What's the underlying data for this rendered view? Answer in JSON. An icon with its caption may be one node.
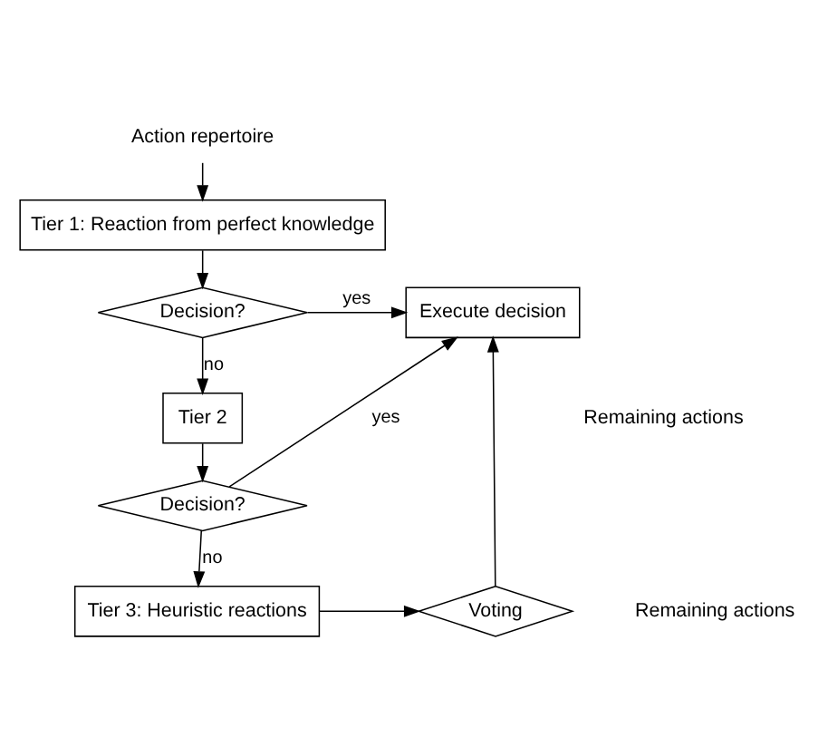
{
  "diagram": {
    "nodes": [
      {
        "text": [
          "Action repertoire"
        ]
      },
      {
        "text": [
          "Tier 1: Reaction from perfect knowledge"
        ]
      },
      {
        "text": [
          "Decision?"
        ]
      },
      {
        "text": [
          "Execute decision"
        ]
      },
      {
        "text": [
          "Tier 2"
        ]
      },
      {
        "text": [
          "Decision?"
        ]
      },
      {
        "text": [
          "Tier 3: Heuristic reactions"
        ]
      },
      {
        "text": [
          "Voting"
        ]
      }
    ],
    "edges": [
      {
        "from": 0,
        "to": 1,
        "arrow": "to"
      },
      {
        "from": 1,
        "to": 2,
        "arrow": "to"
      },
      {
        "from": 2,
        "to": 3,
        "label": "yes",
        "arrow": "to"
      },
      {
        "from": 2,
        "to": 4,
        "label": "no",
        "arrow": "to"
      },
      {
        "from": 4,
        "to": 5,
        "arrow": "to"
      },
      {
        "from": 5,
        "to": 3,
        "label": "yes",
        "arrow": "to"
      },
      {
        "from": 5,
        "to": 6,
        "label": "no",
        "arrow": "to"
      },
      {
        "from": 6,
        "to": 7,
        "arrow": "to"
      },
      {
        "from": 7,
        "to": 3,
        "arrow": "to"
      }
    ],
    "labels": [
      "Remaining actions",
      "Remaining actions"
    ]
  }
}
